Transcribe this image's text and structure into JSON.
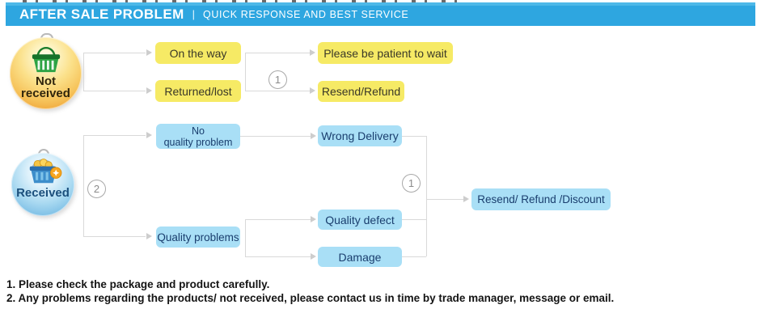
{
  "header": {
    "title": "AFTER SALE PROBLEM",
    "separator": "|",
    "subtitle": "QUICK RESPONSE AND BEST SERVICE"
  },
  "nodes": {
    "not_received": {
      "line1": "Not",
      "line2": "received"
    },
    "received": "Received",
    "on_the_way": "On the way",
    "returned_lost": "Returned/lost",
    "please_be_patient": "Please be patient to wait",
    "resend_refund": "Resend/Refund",
    "no_quality_problem": {
      "line1": "No",
      "line2": "quality problem"
    },
    "quality_problems": "Quality problems",
    "wrong_delivery": "Wrong Delivery",
    "quality_defect": "Quality defect",
    "damage": "Damage",
    "resend_refund_discount": "Resend/ Refund /Discount"
  },
  "badges": {
    "step1": "1",
    "step2": "2"
  },
  "footer": {
    "note1": "1. Please check the package and product carefully.",
    "note2": "2. Any problems regarding the products/ not received, please contact us in time by trade manager, message or email."
  },
  "colors": {
    "header_bg": "#2EA6E0",
    "yellow_box": "#F6EA65",
    "blue_box": "#A9DFF6",
    "connector_gray": "#D9D9D9",
    "navy_text": "#1A3E6E",
    "orange_circle": "#EC9C31",
    "blue_circle": "#5FA9D6"
  }
}
